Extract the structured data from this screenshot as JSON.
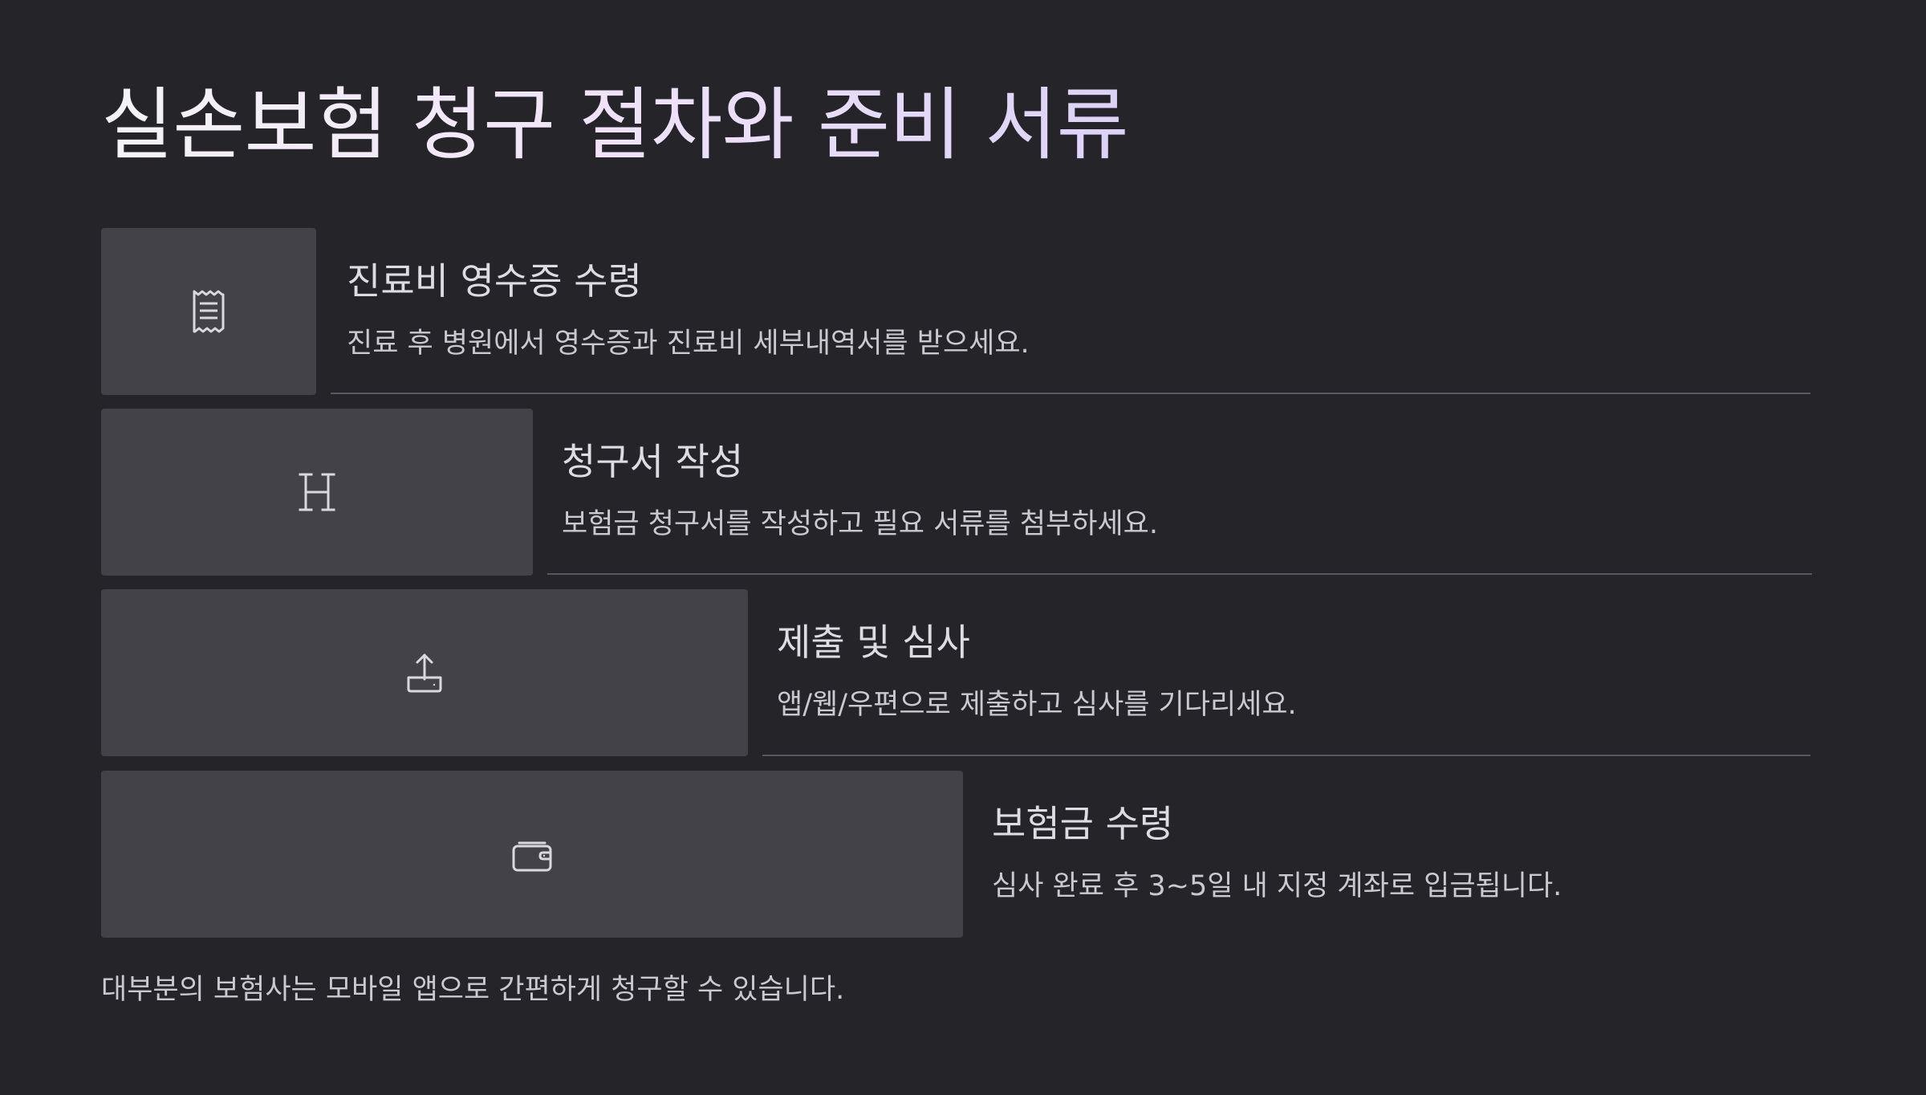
{
  "title": "실손보험 청구 절차와 준비 서류",
  "steps": [
    {
      "icon": "receipt-icon",
      "title": "진료비 영수증 수령",
      "description": "진료 후 병원에서 영수증과 진료비 세부내역서를 받으세요."
    },
    {
      "icon": "heading-icon",
      "title": "청구서 작성",
      "description": "보험금 청구서를 작성하고 필요 서류를 첨부하세요."
    },
    {
      "icon": "upload-icon",
      "title": "제출 및 심사",
      "description": "앱/웹/우편으로 제출하고 심사를 기다리세요."
    },
    {
      "icon": "wallet-icon",
      "title": "보험금 수령",
      "description": "심사 완료 후 3~5일 내 지정 계좌로 입금됩니다."
    }
  ],
  "footer": "대부분의 보험사는 모바일 앱으로 간편하게 청구할 수 있습니다.",
  "colors": {
    "background": "#252429",
    "box": "#434248",
    "divider": "#5a5960",
    "title_gradient_start": "#f4f4f7",
    "title_gradient_end": "#dcd2f7"
  }
}
